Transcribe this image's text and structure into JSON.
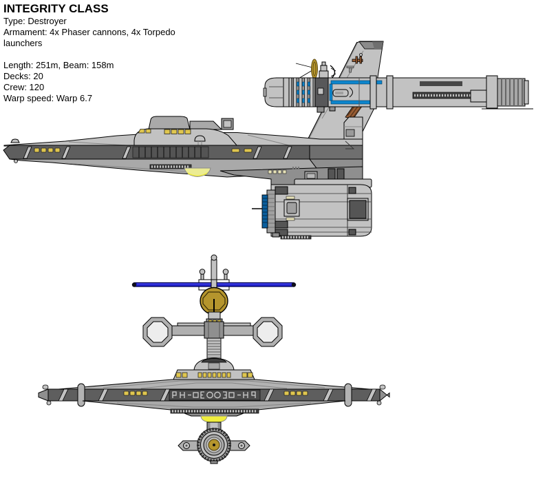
{
  "header": {
    "title": "INTEGRITY CLASS",
    "type_line": "Type: Destroyer",
    "armament_line": "Armament: 4x Phaser cannons, 4x Torpedo launchers",
    "specs": [
      "Length: 251m, Beam: 158m",
      "Decks: 20",
      "Crew: 120",
      "Warp speed: Warp 6.7"
    ]
  },
  "colors": {
    "hull_light": "#c2c2c2",
    "hull_mid": "#a9a9a9",
    "hull_shadow": "#8f8f8f",
    "band_dark": "#5e5e5e",
    "panel_dark": "#474747",
    "window_yellow": "#dfc64f",
    "dome_yellow": "#f0ee3e",
    "dome_pale": "#ecec93",
    "accent_blue": "#0d85cc",
    "deflector_blue": "#0a5f9e",
    "navy_blue": "#2222cc",
    "gold": "#b5952d",
    "brown": "#9c5f35",
    "cream": "#e7e2b8"
  }
}
